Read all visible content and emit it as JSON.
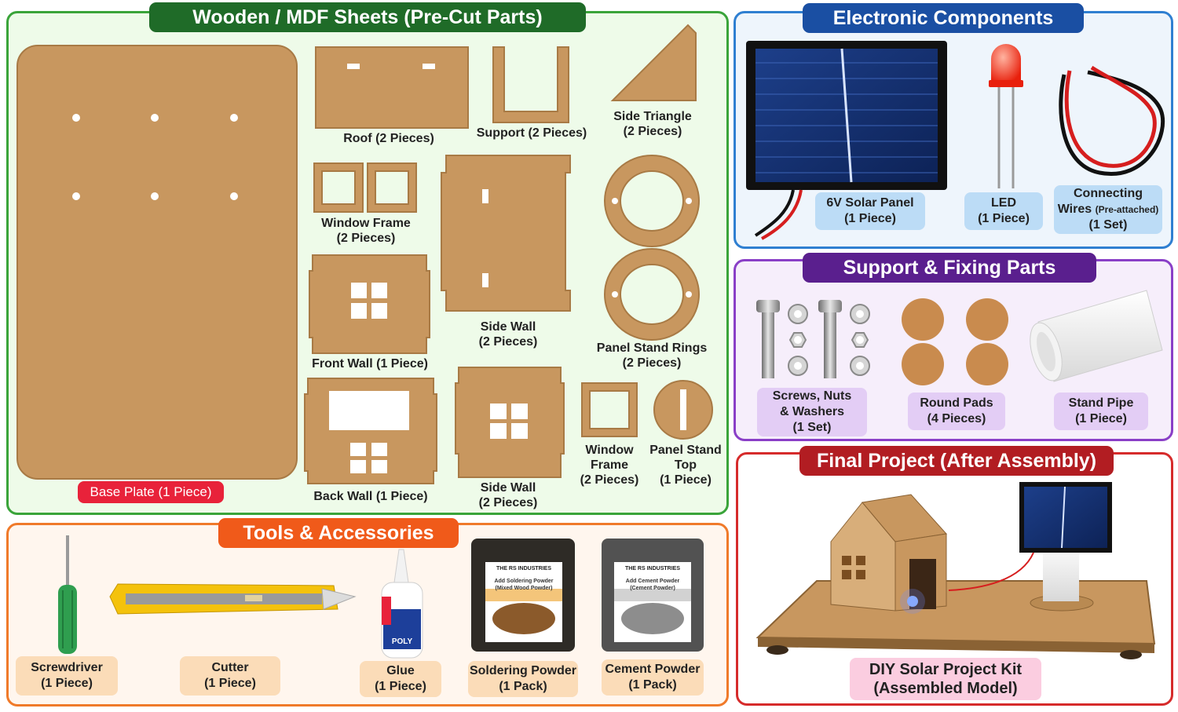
{
  "sections": {
    "wooden": "Wooden / MDF Sheets (Pre-Cut Parts)",
    "electronic": "Electronic Components",
    "support": "Support & Fixing Parts",
    "final": "Final Project (After Assembly)",
    "tools": "Tools & Accessories"
  },
  "wood_parts": {
    "base_plate": "Base Plate (1 Piece)",
    "roof": "Roof (2 Pieces)",
    "support": "Support (2 Pieces)",
    "side_triangle_1": "Side Triangle",
    "side_triangle_2": "(2 Pieces)",
    "window_frame_1": "Window Frame",
    "window_frame_2": "(2 Pieces)",
    "side_wall_a_1": "Side Wall",
    "side_wall_a_2": "(2 Pieces)",
    "panel_rings_1": "Panel Stand Rings",
    "panel_rings_2": "(2 Pieces)",
    "front_wall": "Front Wall (1 Piece)",
    "back_wall": "Back Wall (1 Piece)",
    "side_wall_b_1": "Side Wall",
    "side_wall_b_2": "(2 Pieces)",
    "window_frame_small_1": "Window",
    "window_frame_small_2": "Frame",
    "window_frame_small_3": "(2 Pieces)",
    "panel_top_1": "Panel Stand",
    "panel_top_2": "Top",
    "panel_top_3": "(1 Piece)"
  },
  "electronics": {
    "solar_1": "6V Solar Panel",
    "solar_2": "(1 Piece)",
    "led_1": "LED",
    "led_2": "(1 Piece)",
    "wires_1": "Connecting",
    "wires_2a": "Wires",
    "wires_2b": "(Pre-attached)",
    "wires_3": "(1 Set)"
  },
  "support_parts": {
    "screws_1": "Screws, Nuts",
    "screws_2": "& Washers",
    "screws_3": "(1 Set)",
    "pads_1": "Round Pads",
    "pads_2": "(4 Pieces)",
    "pipe_1": "Stand Pipe",
    "pipe_2": "(1 Piece)"
  },
  "final_project": {
    "line1": "DIY Solar Project Kit",
    "line2": "(Assembled Model)"
  },
  "tools": {
    "screwdriver_1": "Screwdriver",
    "screwdriver_2": "(1 Piece)",
    "cutter_1": "Cutter",
    "cutter_2": "(1 Piece)",
    "glue_1": "Glue",
    "glue_2": "(1 Piece)",
    "glue_brand": "POLY",
    "solder_1": "Soldering Powder",
    "solder_2": "(1 Pack)",
    "cement_1": "Cement Powder",
    "cement_2": "(1 Pack)",
    "pack_brand": "THE RS INDUSTRIES",
    "solder_pack_title": "Add Soldering Powder",
    "solder_pack_sub": "(Mixed Wood Powder)",
    "cement_pack_title": "Add Cement Powder",
    "cement_pack_sub": "(Cement Powder)"
  },
  "colors": {
    "mdf": "#c8975f",
    "mdf_edge": "#a87a45",
    "green_border": "#3aa43a",
    "blue_border": "#2f7fd1",
    "purple_border": "#8a3fc7",
    "red_border": "#d62b2b",
    "orange_border": "#f07a2a"
  }
}
